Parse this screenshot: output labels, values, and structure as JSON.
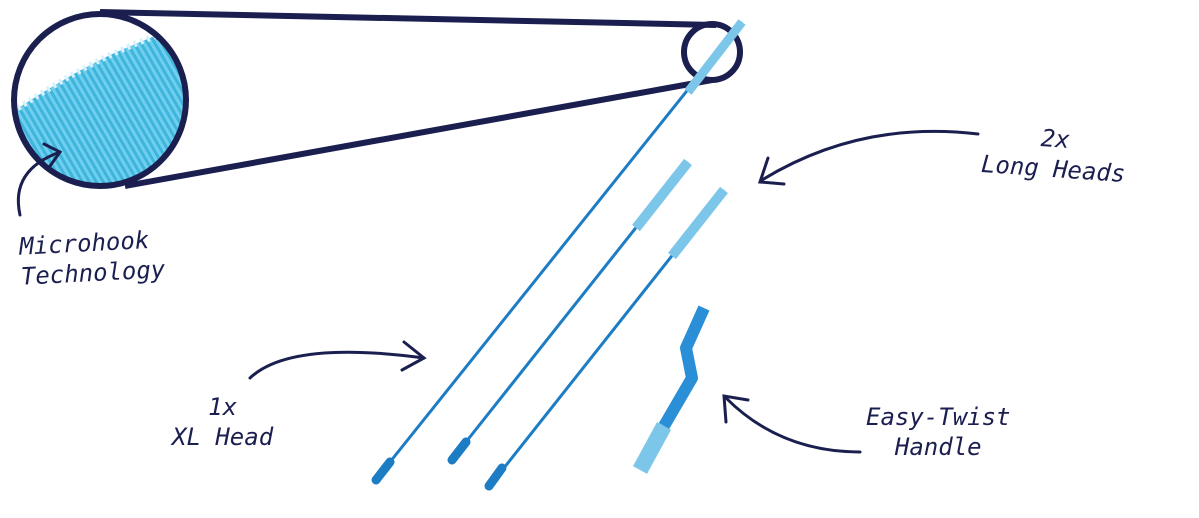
{
  "colors": {
    "ink": "#1b1f50",
    "rod": "#1c7cc4",
    "head": "#7cc6ea",
    "handle": "#2a8fd6"
  },
  "labels": {
    "microhook": {
      "line1": "Microhook",
      "line2": "Technology"
    },
    "long_heads": {
      "line1": "2x",
      "line2": "Long Heads"
    },
    "xl_head": {
      "line1": "1x",
      "line2": "XL Head"
    },
    "handle": {
      "line1": "Easy-Twist",
      "line2": "Handle"
    }
  }
}
